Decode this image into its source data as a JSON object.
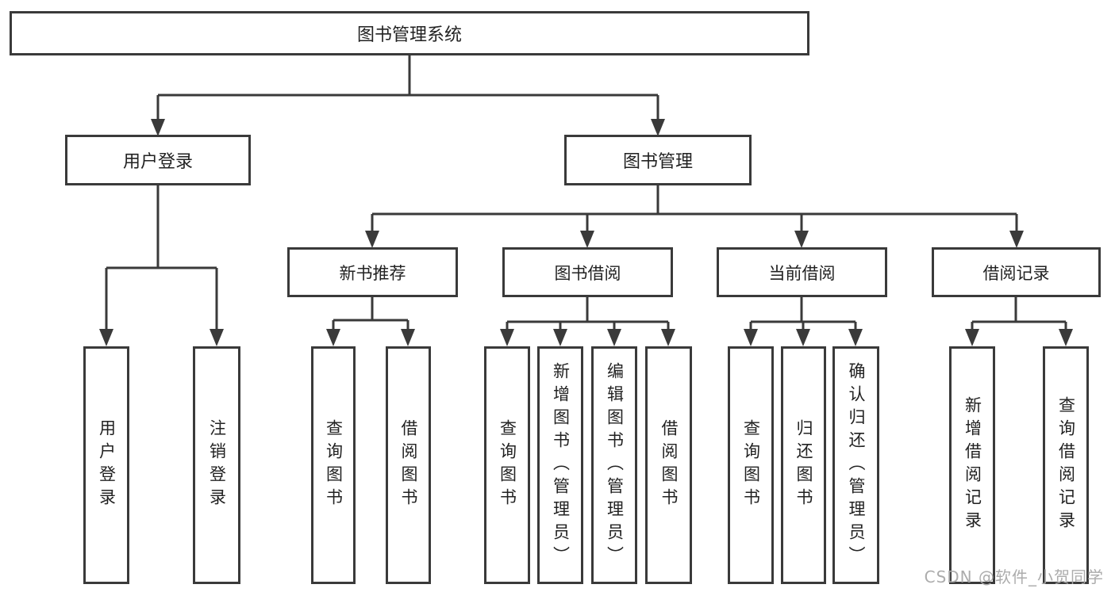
{
  "diagram": {
    "root": {
      "label": "图书管理系统"
    },
    "level1": [
      {
        "label": "用户登录",
        "children": [
          {
            "label": "用户登录"
          },
          {
            "label": "注销登录"
          }
        ]
      },
      {
        "label": "图书管理",
        "modules": [
          {
            "label": "新书推荐",
            "children": [
              {
                "label": "查询图书"
              },
              {
                "label": "借阅图书"
              }
            ]
          },
          {
            "label": "图书借阅",
            "children": [
              {
                "label": "查询图书"
              },
              {
                "label": "新增图书（管理员）"
              },
              {
                "label": "编辑图书（管理员）"
              },
              {
                "label": "借阅图书"
              }
            ]
          },
          {
            "label": "当前借阅",
            "children": [
              {
                "label": "查询图书"
              },
              {
                "label": "归还图书"
              },
              {
                "label": "确认归还（管理员）"
              }
            ]
          },
          {
            "label": "借阅记录",
            "children": [
              {
                "label": "新增借阅记录"
              },
              {
                "label": "查询借阅记录"
              }
            ]
          }
        ]
      }
    ]
  },
  "watermark": {
    "text": "CSDN @软件_小贺同学"
  },
  "colors": {
    "line": "#3a3a3a",
    "box_border": "#3a3a3a",
    "box_fill": "#ffffff",
    "text": "#222222",
    "background": "#ffffff",
    "watermark": "#a8a8a8"
  }
}
